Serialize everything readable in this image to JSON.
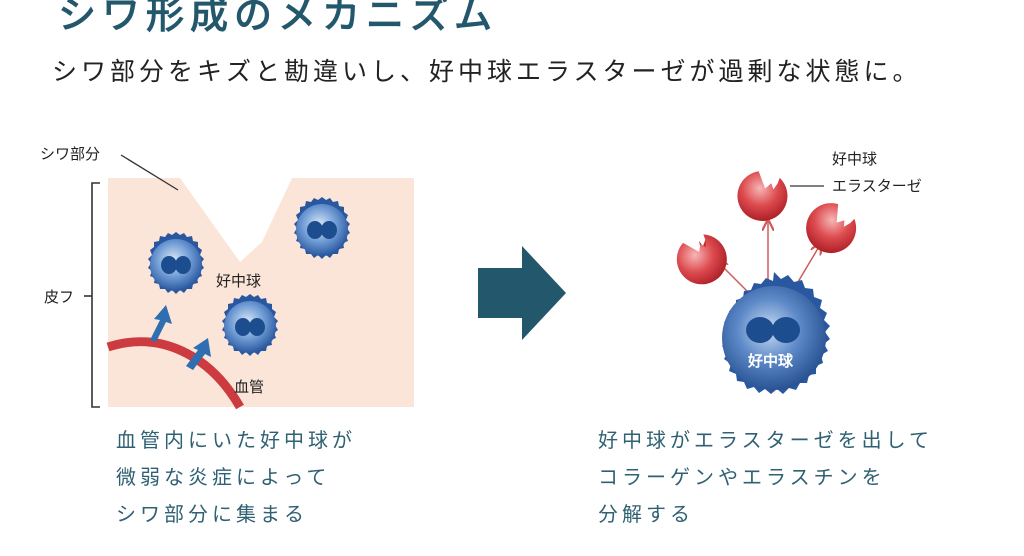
{
  "title": "シワ形成のメカニズム",
  "subtitle": "シワ部分をキズと勘違いし、好中球エラスターゼが過剰な状態に。",
  "left_diagram": {
    "label_wrinkle": "シワ部分",
    "label_skin": "皮フ",
    "label_neutrophil": "好中球",
    "label_vessel": "血管",
    "caption_lines": [
      "血管内にいた好中球が",
      "微弱な炎症によって",
      "シワ部分に集まる"
    ]
  },
  "right_diagram": {
    "label_elastase_line1": "好中球",
    "label_elastase_line2": "エラスターゼ",
    "label_neutrophil": "好中球",
    "caption_lines": [
      "好中球がエラスターゼを出して",
      "コラーゲンやエラスチンを",
      "分解する"
    ]
  },
  "colors": {
    "title": "#23576b",
    "skin": "#fbe5d8",
    "vessel": "#cc3b3f",
    "neutrophil": "#2f5fa8",
    "nucleus": "#1c4e8f",
    "arrow_big": "#23576b",
    "arrow_small": "#2f6eb0",
    "elastase": "#d32f34",
    "thin_arrow": "#d25a5a"
  }
}
